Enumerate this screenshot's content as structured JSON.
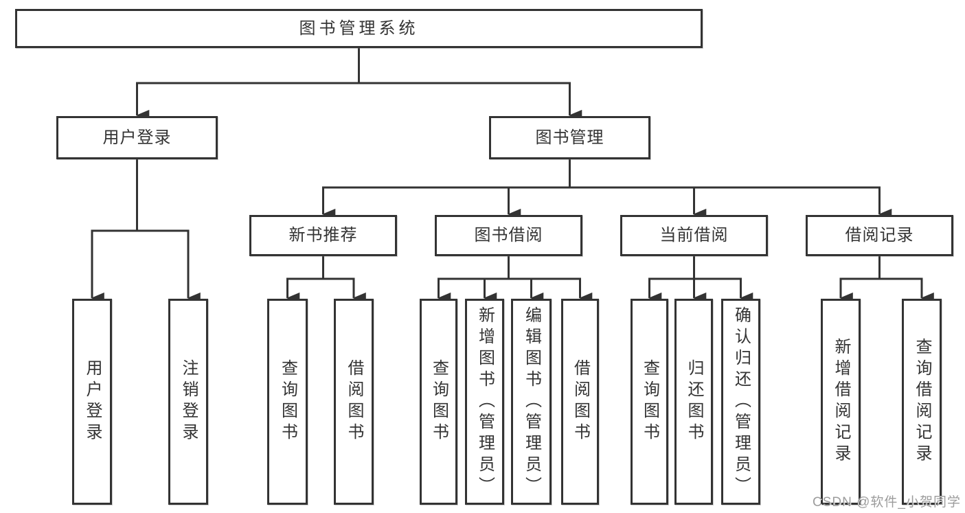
{
  "tree": {
    "root": {
      "label": "图书管理系统"
    },
    "branches": [
      {
        "label": "用户登录",
        "children": [
          {
            "label": "用户登录"
          },
          {
            "label": "注销登录"
          }
        ]
      },
      {
        "label": "图书管理",
        "children": [
          {
            "label": "新书推荐",
            "children": [
              {
                "label": "查询图书"
              },
              {
                "label": "借阅图书"
              }
            ]
          },
          {
            "label": "图书借阅",
            "children": [
              {
                "label": "查询图书"
              },
              {
                "label": "新增图书（管理员）"
              },
              {
                "label": "编辑图书（管理员）"
              },
              {
                "label": "借阅图书"
              }
            ]
          },
          {
            "label": "当前借阅",
            "children": [
              {
                "label": "查询图书"
              },
              {
                "label": "归还图书"
              },
              {
                "label": "确认归还（管理员）"
              }
            ]
          },
          {
            "label": "借阅记录",
            "children": [
              {
                "label": "新增借阅记录"
              },
              {
                "label": "查询借阅记录"
              }
            ]
          }
        ]
      }
    ]
  },
  "watermark": {
    "text": "CSDN @软件_小贺同学",
    "color": "#9c9c9c"
  },
  "colors": {
    "line": "#333333",
    "node_border": "#333333",
    "text": "#333333",
    "background": "#ffffff"
  }
}
